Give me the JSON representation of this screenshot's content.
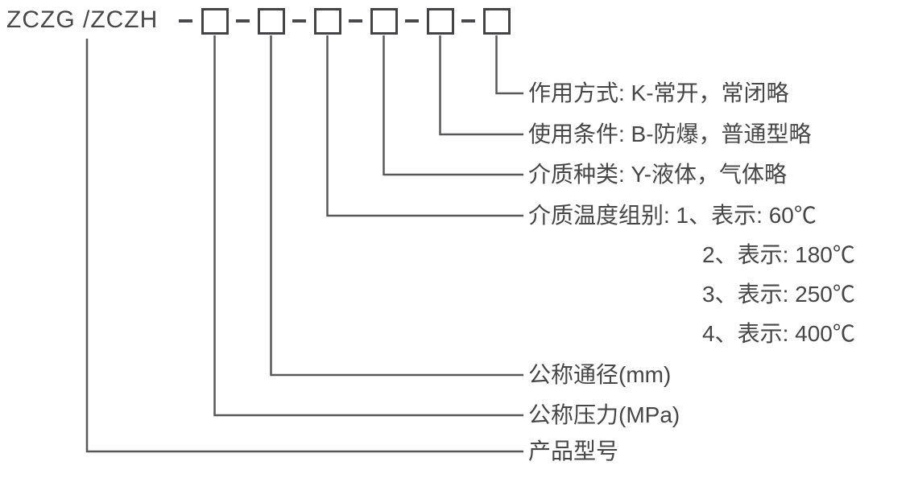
{
  "diagram": {
    "model_code": "ZCZG /ZCZH",
    "labels": {
      "action_mode": "作用方式: K-常开，常闭略",
      "usage_condition": "使用条件: B-防爆，普通型略",
      "medium_type": "介质种类: Y-液体，气体略",
      "medium_temp_group": "介质温度组别: 1、表示: 60℃",
      "temp_level_2": "2、表示: 180℃",
      "temp_level_3": "3、表示: 250℃",
      "temp_level_4": "4、表示: 400℃",
      "nominal_diameter": "公称通径(mm)",
      "nominal_pressure": "公称压力(MPa)",
      "product_model": "产品型号"
    },
    "colors": {
      "text": "#464646",
      "line": "#58585a",
      "box_border": "#444446",
      "background": "#ffffff"
    }
  }
}
